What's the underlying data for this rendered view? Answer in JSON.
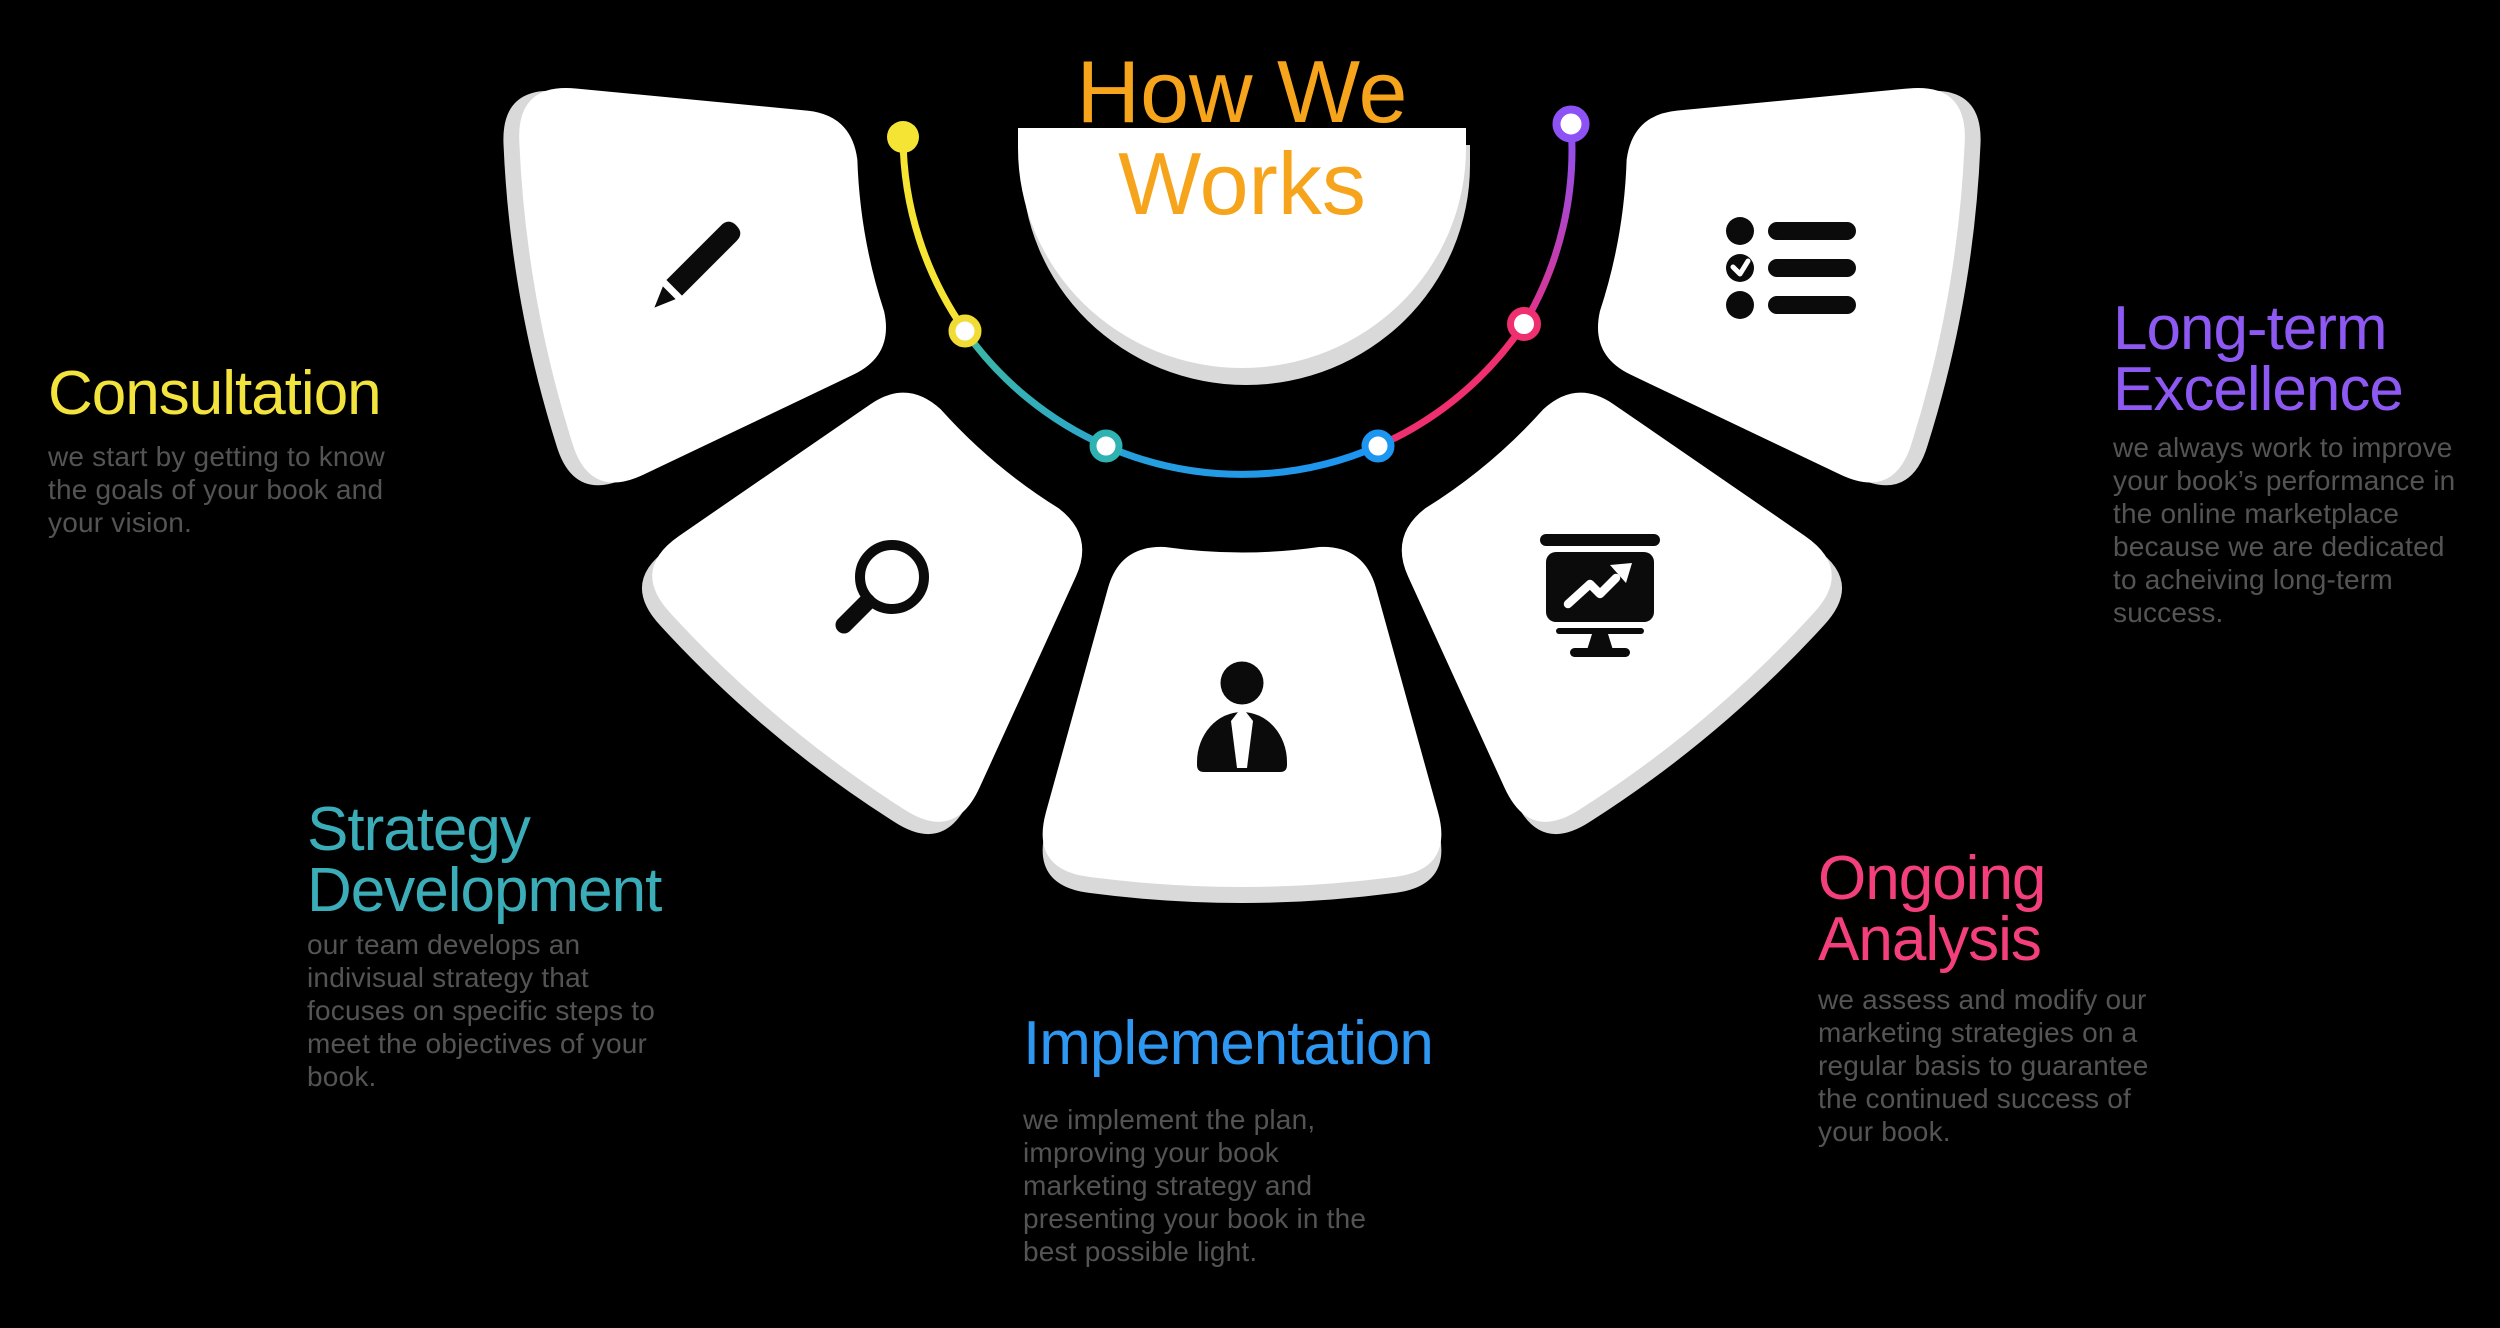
{
  "title": {
    "text": "How We\nWorks",
    "color": "#f6a41b"
  },
  "steps": [
    {
      "name": "consultation",
      "heading": "Consultation",
      "color": "#f2e43c",
      "icon": "pencil-icon",
      "body": "we start by getting to know\nthe goals of your book and\nyour vision."
    },
    {
      "name": "strategy-development",
      "heading": "Strategy\nDevelopment",
      "color": "#3badb8",
      "icon": "magnifier-icon",
      "body": "our team develops an\nindivisual strategy that\nfocuses on specific steps to\nmeet the objectives of your\nbook."
    },
    {
      "name": "implementation",
      "heading": "Implementation",
      "color": "#2e97f1",
      "icon": "person-icon",
      "body": "we implement the plan,\nimproving your book\nmarketing strategy and\npresenting your book in the\nbest possible light."
    },
    {
      "name": "ongoing-analysis",
      "heading": "Ongoing\nAnalysis",
      "color": "#f43f7d",
      "icon": "presentation-chart-icon",
      "body": "we assess and modify our\nmarketing strategies on a\nregular basis to guarantee\nthe continued success of\nyour book."
    },
    {
      "name": "long-term-excellence",
      "heading": "Long-term\nExcellence",
      "color": "#8e59f2",
      "icon": "checklist-icon",
      "body": "we always work to improve\nyour book’s performance in\nthe online marketplace\nbecause we are dedicated\nto acheiving long-term\nsuccess."
    }
  ],
  "timeline": {
    "segment_colors": [
      "#f6e434",
      "#35b5a9",
      "#1c93f2",
      "#ef2f6f",
      "#8c52f5"
    ],
    "dot_count": 6,
    "background": "#000000",
    "petal_color": "#ffffff",
    "shadow_color": "#d9d9d9"
  }
}
